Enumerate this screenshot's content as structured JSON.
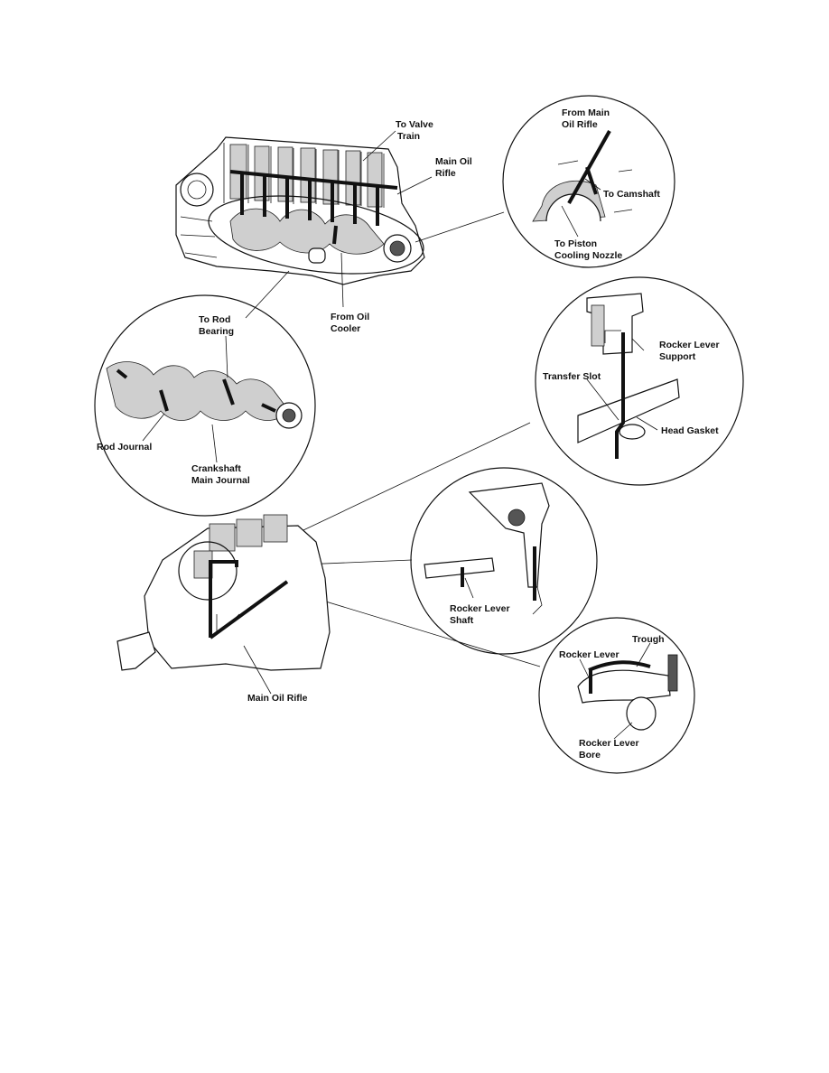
{
  "figure": {
    "labels": {
      "to_valve_train_1": "To Valve",
      "to_valve_train_2": "Train",
      "main_oil_rifle_top_1": "Main Oil",
      "main_oil_rifle_top_2": "Rifle",
      "from_oil_cooler_1": "From Oil",
      "from_oil_cooler_2": "Cooler",
      "from_main_oil_rifle_1": "From Main",
      "from_main_oil_rifle_2": "Oil Rifle",
      "to_camshaft": "To Camshaft",
      "to_piston_cooling_1": "To Piston",
      "to_piston_cooling_2": "Cooling Nozzle",
      "to_rod_bearing_1": "To Rod",
      "to_rod_bearing_2": "Bearing",
      "rod_journal": "Rod Journal",
      "crankshaft_main_journal_1": "Crankshaft",
      "crankshaft_main_journal_2": "Main Journal",
      "rocker_lever_support_1": "Rocker Lever",
      "rocker_lever_support_2": "Support",
      "transfer_slot": "Transfer Slot",
      "head_gasket": "Head Gasket",
      "rocker_lever_shaft_1": "Rocker Lever",
      "rocker_lever_shaft_2": "Shaft",
      "trough": "Trough",
      "rocker_lever": "Rocker Lever",
      "rocker_lever_bore_1": "Rocker Lever",
      "rocker_lever_bore_2": "Bore",
      "main_oil_rifle_bottom": "Main Oil Rifle"
    }
  }
}
